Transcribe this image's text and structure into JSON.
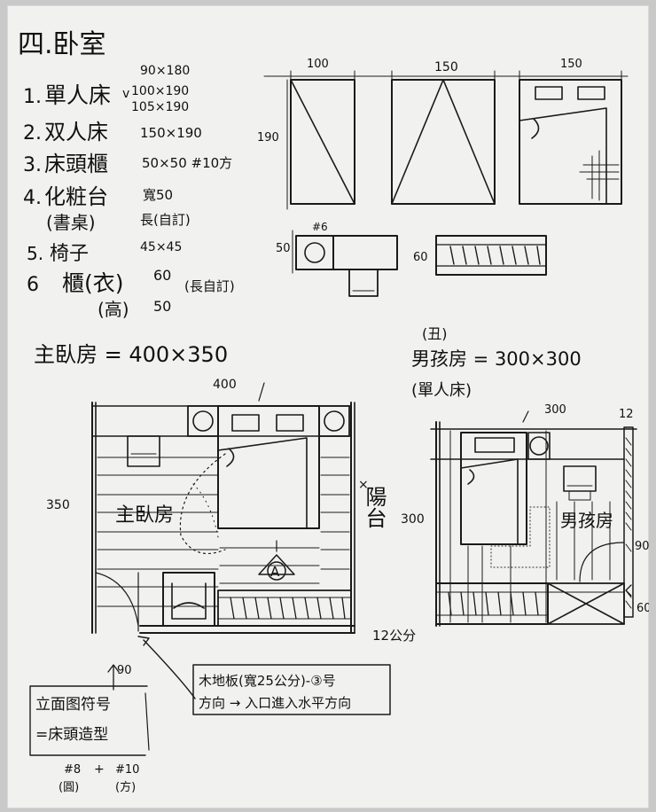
{
  "section_title": "四.卧室",
  "furniture_list": [
    {
      "no": "1.",
      "name": "單人床",
      "mark": "v",
      "dims": [
        "90×180",
        "100×190",
        "105×190"
      ]
    },
    {
      "no": "2.",
      "name": "双人床",
      "dims": [
        "150×190"
      ]
    },
    {
      "no": "3.",
      "name": "床頭櫃",
      "dims": [
        "50×50 #10方"
      ]
    },
    {
      "no": "4.",
      "name": "化粧台",
      "sub": "(書桌)",
      "dims": [
        "寬50",
        "長(自訂)"
      ]
    },
    {
      "no": "5.",
      "name": "椅子",
      "dims": [
        "45×45"
      ]
    },
    {
      "no": "6",
      "name": "櫃(衣)",
      "sub": "(高)",
      "dims": [
        "60",
        "50"
      ],
      "note": "(長自訂)"
    }
  ],
  "symbol_dims": {
    "single_bed_w": "100",
    "double_bed_w": "150",
    "double_bed2_w": "150",
    "bed_len": "190",
    "nightstand": "50",
    "nightstand_mark": "#6",
    "wardrobe": "60"
  },
  "master_room": {
    "heading": "主臥房 = 400×350",
    "width_label": "400",
    "height_label": "350",
    "room_label": "主臥房",
    "balcony_label": "陽台",
    "balcony_dim": "300",
    "elevation_marker": "A",
    "wall_thickness": "12公分",
    "north_dim": "90"
  },
  "boy_room": {
    "prefix": "(丑)",
    "heading": "男孩房 = 300×300",
    "subheading": "(單人床)",
    "width_label": "300",
    "wall_label": "12",
    "room_label": "男孩房",
    "door_dim": "90",
    "side_dim": "60"
  },
  "notes": {
    "floor_line1": "木地板(寬25公分)-③号",
    "floor_line2": "方向 → 入口進入水平方向",
    "symbol_line1": "立面图符号",
    "symbol_line2": "=床頭造型",
    "legend_left": "#8",
    "legend_plus": "+",
    "legend_right": "#10",
    "legend_left_sub": "(圓)",
    "legend_right_sub": "(方)"
  }
}
